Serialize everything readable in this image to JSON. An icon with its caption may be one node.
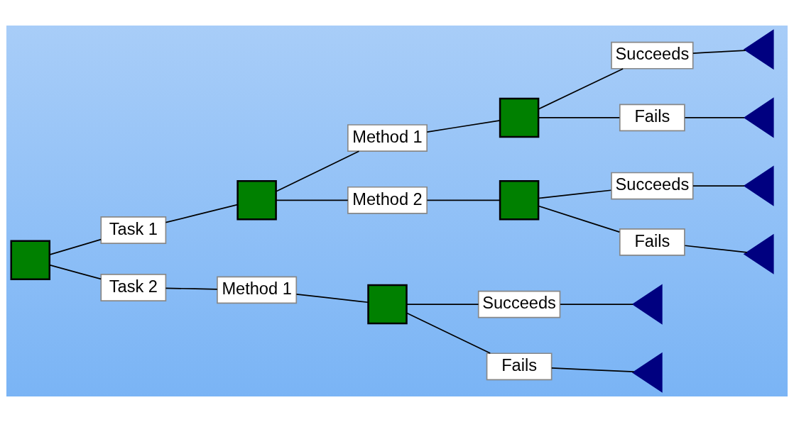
{
  "diagram": {
    "nodes": [
      {
        "text": [],
        "shape": "box"
      },
      {
        "text": [
          "Task 1"
        ]
      },
      {
        "text": [
          "Task 2"
        ]
      },
      {
        "text": [],
        "shape": "box"
      },
      {
        "text": [
          "Method 1"
        ]
      },
      {
        "text": [
          "Method 2"
        ]
      },
      {
        "text": [],
        "shape": "box"
      },
      {
        "text": [
          "Succeeds"
        ]
      },
      {
        "text": [
          "Fails"
        ]
      },
      {
        "text": [],
        "shape": "triangle"
      },
      {
        "text": [],
        "shape": "triangle"
      },
      {
        "text": [],
        "shape": "box"
      },
      {
        "text": [
          "Succeeds"
        ]
      },
      {
        "text": [
          "Fails"
        ]
      },
      {
        "text": [],
        "shape": "triangle"
      },
      {
        "text": [],
        "shape": "triangle"
      },
      {
        "text": [
          "Method 1"
        ]
      },
      {
        "text": [],
        "shape": "box"
      },
      {
        "text": [
          "Succeeds"
        ]
      },
      {
        "text": [
          "Fails"
        ]
      },
      {
        "text": [],
        "shape": "triangle"
      },
      {
        "text": [],
        "shape": "triangle"
      }
    ],
    "edges": [
      {
        "from": 0,
        "to": 1,
        "arrow": "none"
      },
      {
        "from": 0,
        "to": 2,
        "arrow": "none"
      },
      {
        "from": 1,
        "to": 3,
        "arrow": "none"
      },
      {
        "from": 3,
        "to": 4,
        "arrow": "none"
      },
      {
        "from": 3,
        "to": 5,
        "arrow": "none"
      },
      {
        "from": 4,
        "to": 6,
        "arrow": "none"
      },
      {
        "from": 6,
        "to": 7,
        "arrow": "none"
      },
      {
        "from": 6,
        "to": 8,
        "arrow": "none"
      },
      {
        "from": 7,
        "to": 9,
        "arrow": "none"
      },
      {
        "from": 8,
        "to": 10,
        "arrow": "none"
      },
      {
        "from": 5,
        "to": 11,
        "arrow": "none"
      },
      {
        "from": 11,
        "to": 12,
        "arrow": "none"
      },
      {
        "from": 11,
        "to": 13,
        "arrow": "none"
      },
      {
        "from": 12,
        "to": 14,
        "arrow": "none"
      },
      {
        "from": 13,
        "to": 15,
        "arrow": "none"
      },
      {
        "from": 2,
        "to": 16,
        "arrow": "none"
      },
      {
        "from": 16,
        "to": 17,
        "arrow": "none"
      },
      {
        "from": 17,
        "to": 18,
        "arrow": "none"
      },
      {
        "from": 17,
        "to": 19,
        "arrow": "none"
      },
      {
        "from": 18,
        "to": 20,
        "arrow": "none"
      },
      {
        "from": 19,
        "to": 21,
        "arrow": "none"
      }
    ]
  }
}
